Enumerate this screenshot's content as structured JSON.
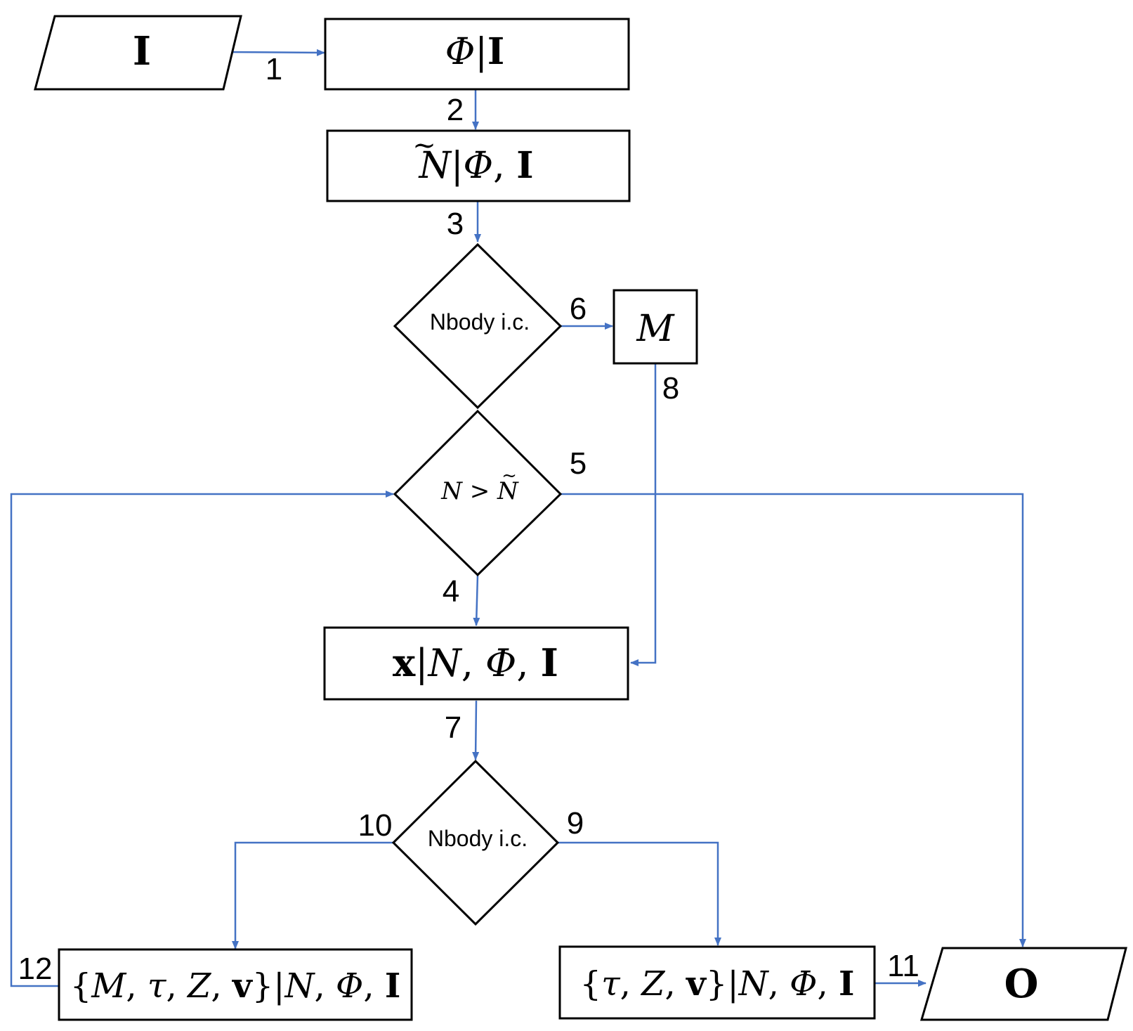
{
  "nodes": {
    "input": "I",
    "phi_given_i": {
      "phi": "Φ",
      "bar": "|",
      "i": "I"
    },
    "ntilde_given": {
      "n": "N",
      "tilde": "~",
      "rest_bar": "|",
      "phi": "Φ",
      "comma": ", ",
      "i": "I"
    },
    "decision_top": "Nbody i.c.",
    "m_node": "M",
    "decision_n": {
      "n": "N",
      "gt": " > ",
      "ntilde": "N",
      "tilde": "~"
    },
    "x_given": {
      "x": "x",
      "bar": "|",
      "n": "N",
      "c1": ", ",
      "phi": "Φ",
      "c2": ", ",
      "i": "I"
    },
    "decision_bottom": "Nbody i.c.",
    "left_output": {
      "open": "{",
      "m": "M",
      "c1": ", ",
      "tau": "τ",
      "c2": ", ",
      "z": "Z",
      "c3": ", ",
      "v": "v",
      "close": "}",
      "bar": "|",
      "n": "N",
      "c4": ", ",
      "phi": "Φ",
      "c5": ", ",
      "i": "I"
    },
    "right_output": {
      "open": "{",
      "tau": "τ",
      "c1": ", ",
      "z": "Z",
      "c2": ", ",
      "v": "v",
      "close": "}",
      "bar": "|",
      "n": "N",
      "c3": ", ",
      "phi": "Φ",
      "c4": ", ",
      "i": "I"
    },
    "output": "O"
  },
  "edge_labels": [
    "1",
    "2",
    "3",
    "4",
    "5",
    "6",
    "7",
    "8",
    "9",
    "10",
    "11",
    "12"
  ],
  "colors": {
    "connector": "#4472C4",
    "shape_stroke": "#000000"
  }
}
